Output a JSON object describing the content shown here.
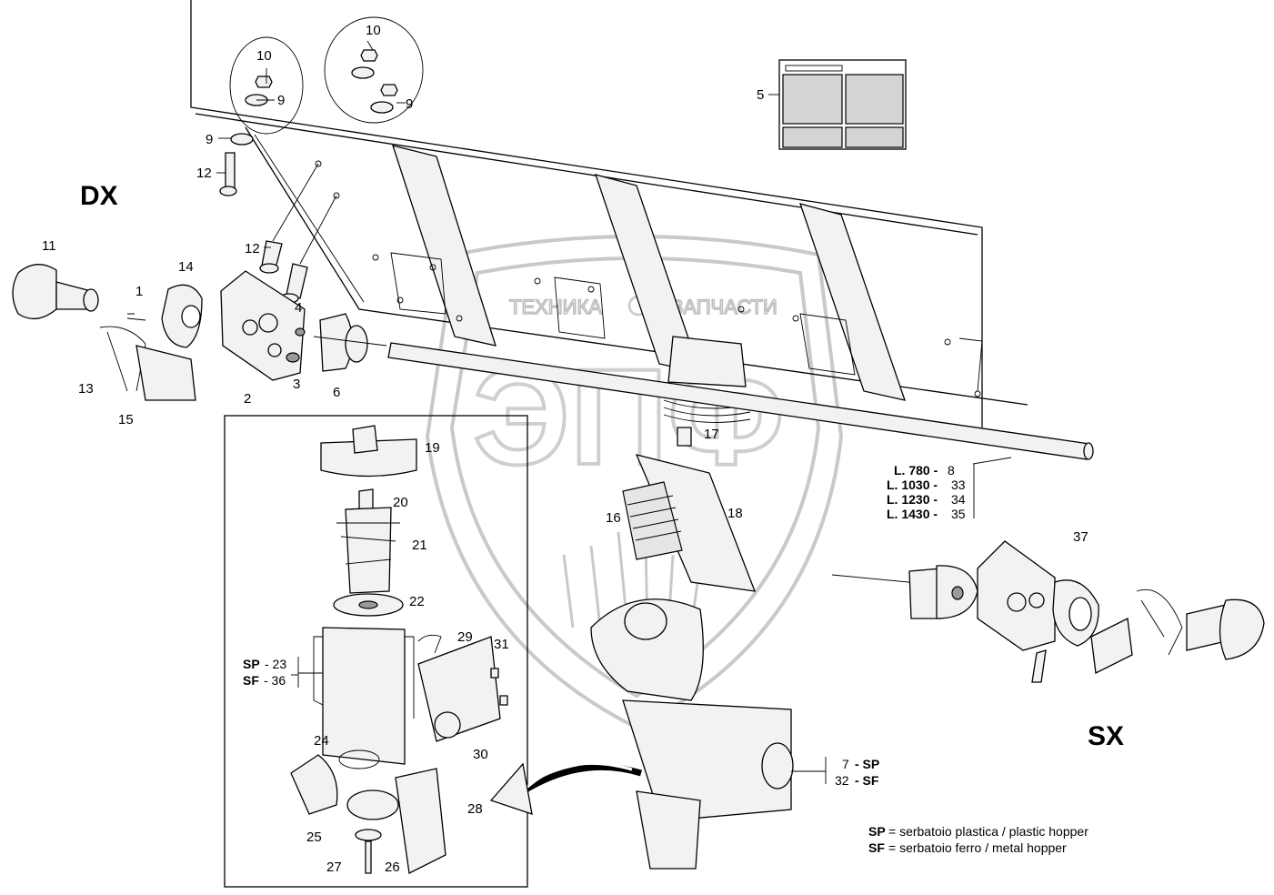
{
  "sides": {
    "left": "DX",
    "right": "SX"
  },
  "callouts": {
    "c10a": "10",
    "c10b": "10",
    "c9a": "9",
    "c9b": "9",
    "c9c": "9",
    "c12a": "12",
    "c12b": "12",
    "c5": "5",
    "c11": "11",
    "c14": "14",
    "c1": "1",
    "c4": "4",
    "c13": "13",
    "c15": "15",
    "c2": "2",
    "c3": "3",
    "c6": "6",
    "c17": "17",
    "c18": "18",
    "c16": "16",
    "c37": "37",
    "c19": "19",
    "c20": "20",
    "c21": "21",
    "c22": "22",
    "c29": "29",
    "c31": "31",
    "c24": "24",
    "c30": "30",
    "c28": "28",
    "c25": "25",
    "c27": "27",
    "c26": "26"
  },
  "shaft_lengths": [
    {
      "length": "L. 780 -",
      "part": "8"
    },
    {
      "length": "L. 1030 -",
      "part": "33"
    },
    {
      "length": "L. 1230 -",
      "part": "34"
    },
    {
      "length": "L. 1430 -",
      "part": "35"
    }
  ],
  "hopper_parts": [
    {
      "part": "7",
      "type": "- SP"
    },
    {
      "part": "32",
      "type": "- SF"
    }
  ],
  "housing_parts": [
    {
      "type": "SP",
      "part": "- 23"
    },
    {
      "type": "SF",
      "part": "- 36"
    }
  ],
  "legend": [
    {
      "abbr": "SP",
      "text": " = serbatoio plastica / plastic hopper"
    },
    {
      "abbr": "SF",
      "text": " = serbatoio ferro / metal hopper"
    }
  ],
  "watermark": {
    "left": "ТЕХНИКА",
    "right": "ЗАПЧАСТИ",
    "logo": "ЭПФ"
  }
}
